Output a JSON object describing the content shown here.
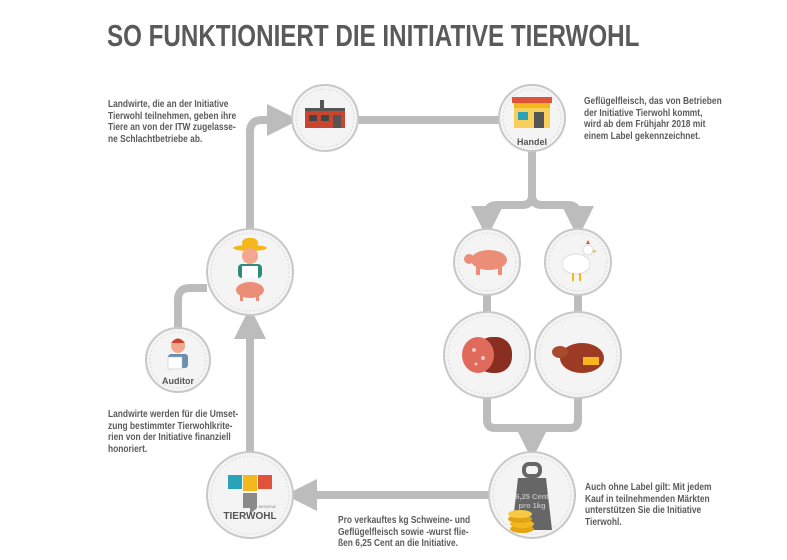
{
  "title": "SO FUNKTIONIERT DIE INITIATIVE TIERWOHL",
  "texts": {
    "top_left": [
      "Landwirte, die an der Initiative",
      "Tierwohl teilnehmen, geben ihre",
      "Tiere an von der ITW zugelasse-",
      "ne Schlachtbetriebe ab."
    ],
    "top_right": [
      "Geflügelfleisch, das von Betrieben",
      "der Initiative Tierwohl kommt,",
      "wird ab dem Frühjahr 2018 mit",
      "einem Label gekennzeichnet."
    ],
    "bottom_left": [
      "Landwirte werden für die Umset-",
      "zung bestimmter Tierwohlkrite-",
      "rien von der Initiative finanziell",
      "honoriert."
    ],
    "bottom_center": [
      "Pro verkauftes kg Schweine- und",
      "Geflügelfleisch sowie -wurst flie-",
      "ßen 6,25 Cent an die Initiative."
    ],
    "bottom_right": [
      "Auch ohne Label gilt: Mit jedem",
      "Kauf in teilnehmenden Märkten",
      "unterstützen Sie die Initiative",
      "Tierwohl."
    ]
  },
  "labels": {
    "handel": "Handel",
    "auditor": "Auditor",
    "weight_line1": "6,25 Cent",
    "weight_line2": "pro 1kg",
    "logo_small": "INITIATIVE",
    "logo_big": "TIERWOHL"
  },
  "colors": {
    "line": "#bcbcbc",
    "circle_fill": "#f4f4f4",
    "circle_stroke": "#c8c8c8",
    "text": "#5a5a5a",
    "logo_blue": "#2aa3b8",
    "logo_yellow": "#f4b81c",
    "logo_red": "#e0523a",
    "logo_gray": "#8a8a8a"
  }
}
